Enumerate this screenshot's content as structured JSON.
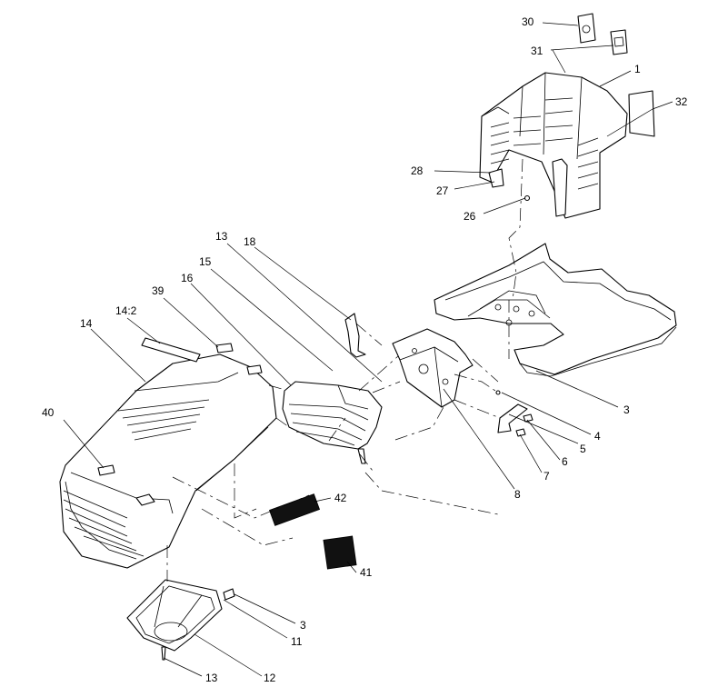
{
  "callouts": [
    {
      "id": "c30",
      "label": "30"
    },
    {
      "id": "c31",
      "label": "31"
    },
    {
      "id": "c1",
      "label": "1"
    },
    {
      "id": "c32",
      "label": "32"
    },
    {
      "id": "c28",
      "label": "28"
    },
    {
      "id": "c27",
      "label": "27"
    },
    {
      "id": "c26",
      "label": "26"
    },
    {
      "id": "c13a",
      "label": "13"
    },
    {
      "id": "c18",
      "label": "18"
    },
    {
      "id": "c15",
      "label": "15"
    },
    {
      "id": "c16",
      "label": "16"
    },
    {
      "id": "c39",
      "label": "39"
    },
    {
      "id": "c14_2",
      "label": "14:2"
    },
    {
      "id": "c14",
      "label": "14"
    },
    {
      "id": "c40",
      "label": "40"
    },
    {
      "id": "c3a",
      "label": "3"
    },
    {
      "id": "c4",
      "label": "4"
    },
    {
      "id": "c5",
      "label": "5"
    },
    {
      "id": "c6",
      "label": "6"
    },
    {
      "id": "c7",
      "label": "7"
    },
    {
      "id": "c8",
      "label": "8"
    },
    {
      "id": "c42",
      "label": "42"
    },
    {
      "id": "c41",
      "label": "41"
    },
    {
      "id": "c3b",
      "label": "3"
    },
    {
      "id": "c11",
      "label": "11"
    },
    {
      "id": "c12",
      "label": "12"
    },
    {
      "id": "c13b",
      "label": "13"
    }
  ]
}
